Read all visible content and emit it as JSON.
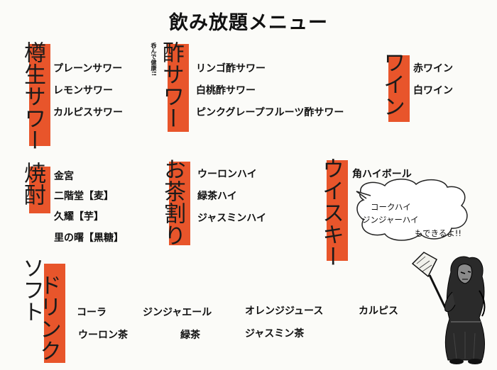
{
  "title": "飲み放題メニュー",
  "accent_color": "#e8552b",
  "sections": {
    "nama_sour": {
      "title": "樽生サワー",
      "items": [
        "プレーンサワー",
        "レモンサワー",
        "カルピスサワー"
      ]
    },
    "su_sour": {
      "title": "酢サワー",
      "note": "呑んで健康!!",
      "items": [
        "リンゴ酢サワー",
        "白桃酢サワー",
        "ピンクグレープフルーツ酢サワー"
      ]
    },
    "wine": {
      "title": "ワイン",
      "items": [
        "赤ワイン",
        "白ワイン"
      ]
    },
    "shochu": {
      "title": "焼酎",
      "items": [
        "金宮",
        "二階堂【麦】",
        "久耀【芋】",
        "里の曙【黒糖】"
      ]
    },
    "ocha_wari": {
      "title": "お茶割り",
      "items": [
        "ウーロンハイ",
        "緑茶ハイ",
        "ジャスミンハイ"
      ]
    },
    "whisky": {
      "title": "ウイスキー",
      "items": [
        "角ハイボール"
      ],
      "bubble": [
        "コークハイ",
        "ジンジャーハイ",
        "もできるよ!!"
      ]
    },
    "soft_drink": {
      "title_top": "ソフト",
      "title_bottom": "ドリンク",
      "items": [
        "コーラ",
        "ジンジャエール",
        "オレンジジュース",
        "カルピス",
        "ウーロン茶",
        "緑茶",
        "ジャスミン茶"
      ]
    }
  },
  "illustration": "hooded-character-with-spatula"
}
